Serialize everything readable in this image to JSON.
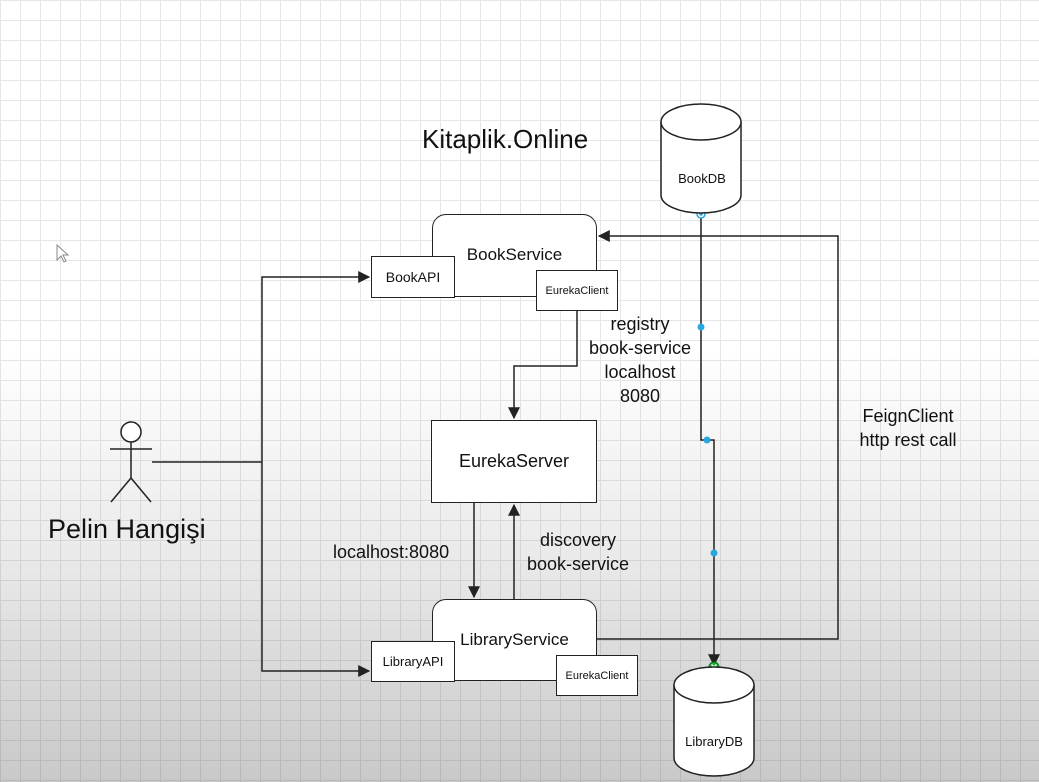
{
  "title": "Kitaplik.Online",
  "actor": {
    "name": "Pelin Hangişi"
  },
  "services": {
    "book": {
      "name": "BookService",
      "api": "BookAPI",
      "client": "EurekaClient"
    },
    "library": {
      "name": "LibraryService",
      "api": "LibraryAPI",
      "client": "EurekaClient"
    },
    "eureka_server": "EurekaServer"
  },
  "databases": {
    "book": "BookDB",
    "library": "LibraryDB"
  },
  "labels": {
    "registry": [
      "registry",
      "book-service",
      "localhost",
      "8080"
    ],
    "feign": [
      "FeignClient",
      "http rest call"
    ],
    "localhost": "localhost:8080",
    "discovery": [
      "discovery",
      "book-service"
    ]
  },
  "colors": {
    "line": "#222222",
    "connector_handle": "#29a8e0",
    "connector_end": "#1fae3a"
  }
}
